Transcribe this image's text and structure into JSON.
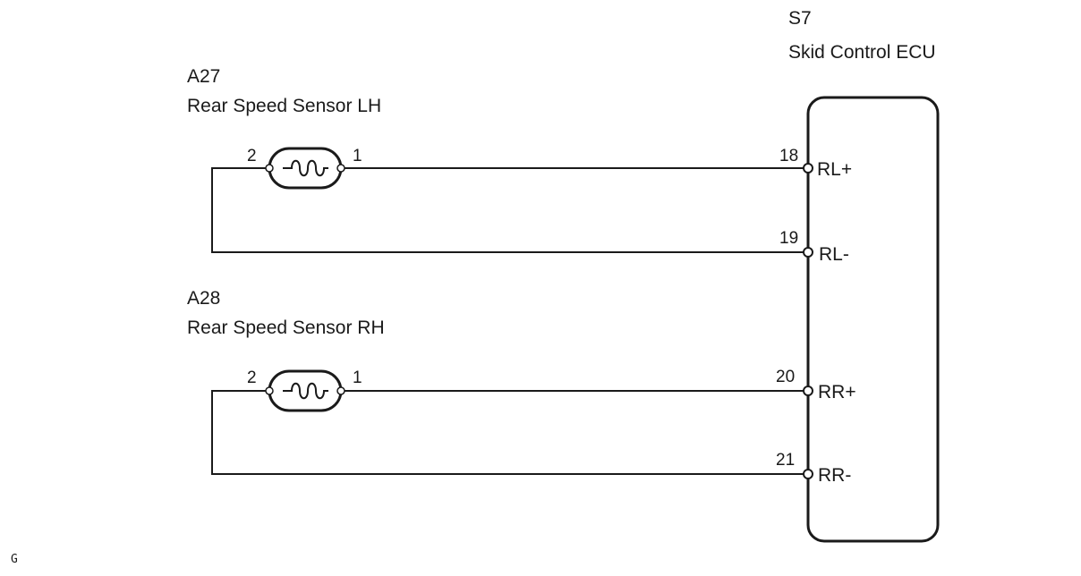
{
  "ecu": {
    "id": "S7",
    "name": "Skid Control ECU"
  },
  "sensor_lh": {
    "id": "A27",
    "name": "Rear Speed Sensor LH",
    "pin_left": "2",
    "pin_right": "1"
  },
  "sensor_rh": {
    "id": "A28",
    "name": "Rear Speed Sensor RH",
    "pin_left": "2",
    "pin_right": "1"
  },
  "ecu_pins": [
    {
      "num": "18",
      "label": "RL+"
    },
    {
      "num": "19",
      "label": "RL-"
    },
    {
      "num": "20",
      "label": "RR+"
    },
    {
      "num": "21",
      "label": "RR-"
    }
  ],
  "footer_code": "G"
}
